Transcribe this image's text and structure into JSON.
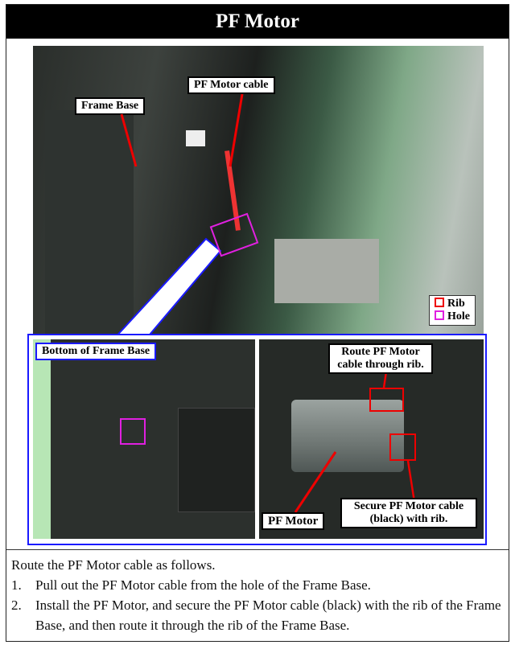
{
  "title": "PF Motor",
  "main_photo": {
    "labels": {
      "frame_base": "Frame Base",
      "cable": "PF Motor cable"
    },
    "legend": [
      {
        "label": "Rib",
        "color": "#e00000"
      },
      {
        "label": "Hole",
        "color": "#e020e0"
      }
    ]
  },
  "inset": {
    "left_label": "Bottom of Frame Base",
    "right_labels": {
      "route": "Route PF Motor cable through rib.",
      "motor": "PF Motor",
      "secure": "Secure PF Motor cable (black) with rib."
    }
  },
  "instructions": {
    "intro": "Route the PF Motor cable as follows.",
    "steps": [
      {
        "num": "1.",
        "text": "Pull out the PF Motor cable from the hole of the Frame Base."
      },
      {
        "num": "2.",
        "text": "Install the PF Motor, and secure the PF Motor cable (black) with the rib of the Frame Base, and then route it through the rib of the Frame Base."
      }
    ]
  }
}
